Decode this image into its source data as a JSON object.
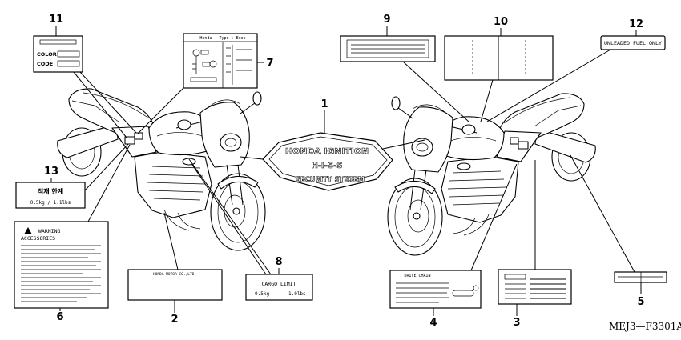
{
  "callouts": [
    "1",
    "2",
    "3",
    "4",
    "5",
    "6",
    "7",
    "8",
    "9",
    "10",
    "11",
    "12",
    "13"
  ],
  "labels": {
    "color_code": {
      "color": "COLOR",
      "code": "CODE"
    },
    "tool": {
      "header": "- Honda - Type : Ecos"
    },
    "fuel": {
      "text": "UNLEADED FUEL ONLY"
    },
    "hiss": {
      "top": "HONDA IGNITION",
      "middle": "H-I-S-S",
      "bottom": "SECURITY SYSTEM"
    },
    "cargo_kr": {
      "title": "적재 한계",
      "capacity": "0.5kg / 1.1lbs"
    },
    "warning": {
      "title": "WARNING",
      "subtitle": "ACCESSORIES"
    },
    "maker": {
      "text": "HONDA MOTOR CO.,LTD."
    },
    "cargo": {
      "title": "CARGO LIMIT",
      "kg": "0.5kg",
      "lbs": "1.0lbs"
    },
    "chain": {
      "title": "DRIVE CHAIN"
    }
  },
  "figure_code": "MEJ3—F3301A"
}
